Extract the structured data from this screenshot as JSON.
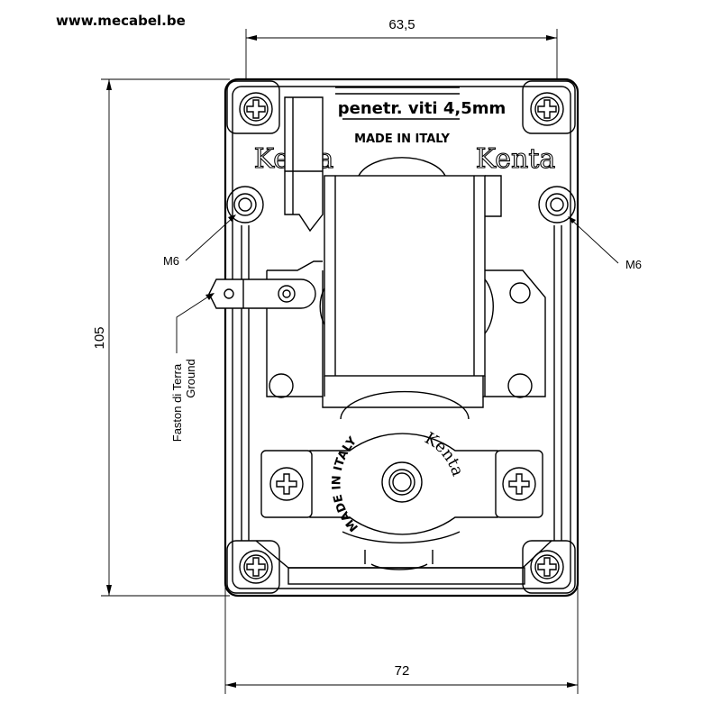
{
  "header": {
    "website": "www.mecabel.be"
  },
  "dimensions": {
    "width_top": "63,5",
    "width_bottom": "72",
    "height_left": "105"
  },
  "labels": {
    "mount_left": "M6",
    "mount_right": "M6",
    "faston_line1": "Faston di Terra",
    "faston_line2": "Ground"
  },
  "motor_markings": {
    "screw_note": "penetr. viti 4,5mm",
    "made_in_top": "MADE IN ITALY",
    "brand_left": "Kenta",
    "brand_right": "Kenta",
    "made_in_circle": "MADE IN ITALY",
    "brand_circle": "Kenta"
  }
}
